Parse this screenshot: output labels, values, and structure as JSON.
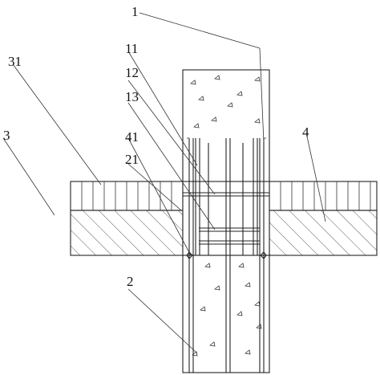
{
  "labels": {
    "l1": "1",
    "l11": "11",
    "l12": "12",
    "l13": "13",
    "l41": "41",
    "l21": "21",
    "l31": "31",
    "l3": "3",
    "l4": "4",
    "l2": "2"
  }
}
